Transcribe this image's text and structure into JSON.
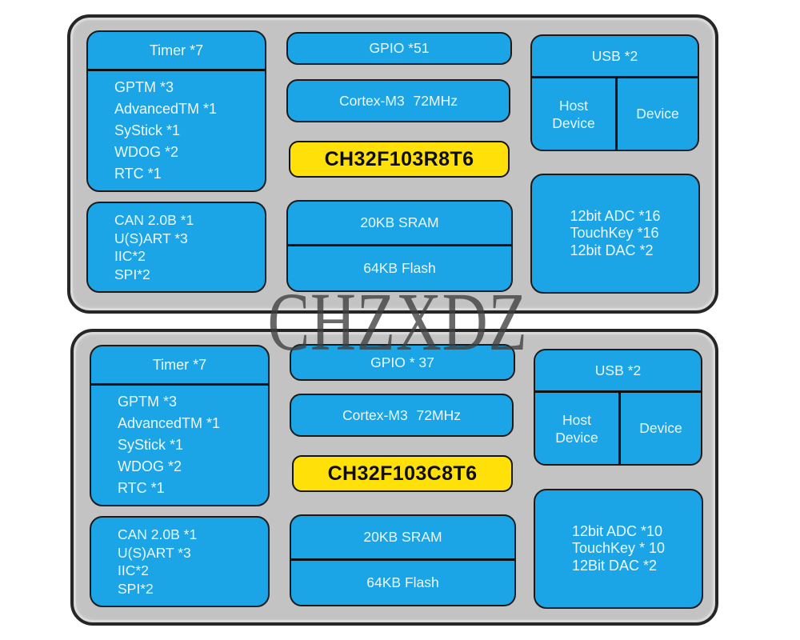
{
  "watermark": "CHZXDZ",
  "colors": {
    "block-blue": "#1BA4E6",
    "chip-yellow": "#FFE008",
    "panel-gray": "#C3C3C3",
    "panel-border": "#262626",
    "block-border": "#1b1b1b",
    "text-light": "#E9F9FF",
    "chip-text": "#0d0d0d",
    "watermark-gray": "#3E3E3E",
    "page-bg": "#FFFFFF"
  },
  "panels": [
    {
      "chip": "CH32F103R8T6",
      "timer": {
        "header": "Timer *7",
        "items": [
          "GPTM *3",
          "AdvancedTM *1",
          "SyStick *1",
          "WDOG *2",
          "RTC *1"
        ]
      },
      "comm": {
        "items": [
          "CAN 2.0B *1",
          "U(S)ART *3",
          "IIC*2",
          "SPI*2"
        ]
      },
      "gpio": "GPIO *51",
      "cpu": "Cortex-M3 72MHz",
      "sram": "20KB SRAM",
      "flash": "64KB Flash",
      "usb": {
        "header": "USB *2",
        "host": "Host Device",
        "device": "Device"
      },
      "analog": {
        "items": [
          "12bit ADC *16",
          "TouchKey *16",
          "12bit DAC *2"
        ]
      }
    },
    {
      "chip": "CH32F103C8T6",
      "timer": {
        "header": "Timer *7",
        "items": [
          "GPTM *3",
          "AdvancedTM *1",
          "SyStick *1",
          "WDOG *2",
          "RTC *1"
        ]
      },
      "comm": {
        "items": [
          "CAN 2.0B *1",
          "U(S)ART *3",
          "IIC*2",
          "SPI*2"
        ]
      },
      "gpio": "GPIO * 37",
      "cpu": "Cortex-M3 72MHz",
      "sram": "20KB SRAM",
      "flash": "64KB Flash",
      "usb": {
        "header": "USB *2",
        "host": "Host Device",
        "device": "Device"
      },
      "analog": {
        "items": [
          "12bit ADC *10",
          "TouchKey * 10",
          "12Bit DAC *2"
        ]
      }
    }
  ]
}
